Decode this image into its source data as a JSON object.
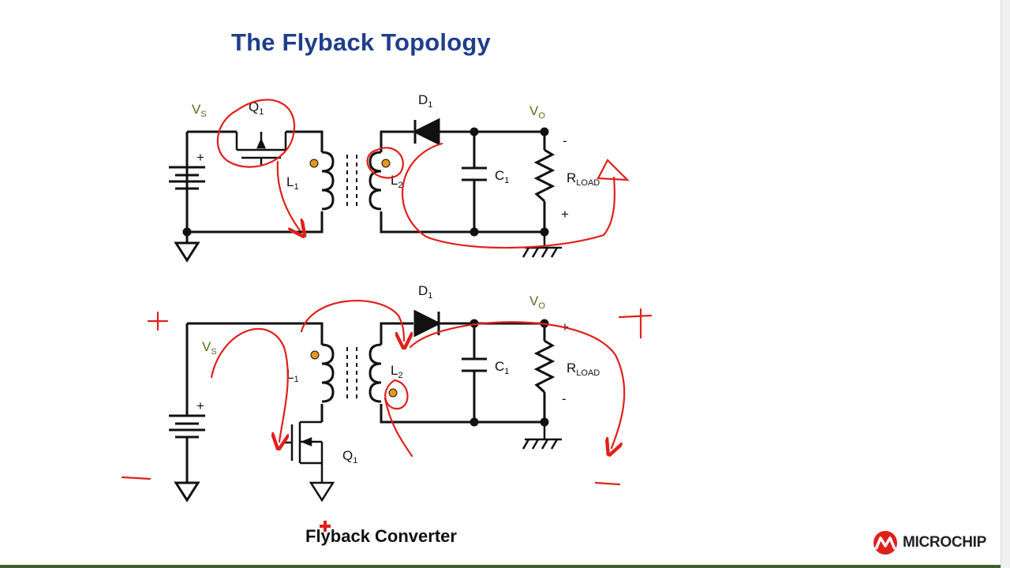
{
  "slide": {
    "title": "The Flyback Topology",
    "caption": "Flyback Converter",
    "logo_text": "MICROCHIP"
  },
  "circuit_top": {
    "vs": "V",
    "vs_sub": "S",
    "q": "Q",
    "q_sub": "1",
    "l1": "L",
    "l1_sub": "1",
    "l2": "L",
    "l2_sub": "2",
    "d": "D",
    "d_sub": "1",
    "c": "C",
    "c_sub": "1",
    "vo": "V",
    "vo_sub": "O",
    "r": "R",
    "r_sub": "LOAD",
    "source_plus": "+",
    "out_top": "-",
    "out_bottom": "+"
  },
  "circuit_bottom": {
    "vs": "V",
    "vs_sub": "S",
    "q": "Q",
    "q_sub": "1",
    "l1": "L",
    "l1_sub": "1",
    "l2": "L",
    "l2_sub": "2",
    "d": "D",
    "d_sub": "1",
    "c": "C",
    "c_sub": "1",
    "vo": "V",
    "vo_sub": "O",
    "r": "R",
    "r_sub": "LOAD",
    "source_plus": "+",
    "out_top": "+",
    "out_bottom": "-"
  },
  "annotations": {
    "ink_color": "#e0201b",
    "bottom_plus_left": "+",
    "bottom_minus_left": "−",
    "bottom_plus_right": "+",
    "bottom_minus_right": "−"
  },
  "colors": {
    "title": "#1f3e8c",
    "dot": "#e8961c",
    "label_green": "#5f6a1c",
    "wire": "#111111"
  }
}
